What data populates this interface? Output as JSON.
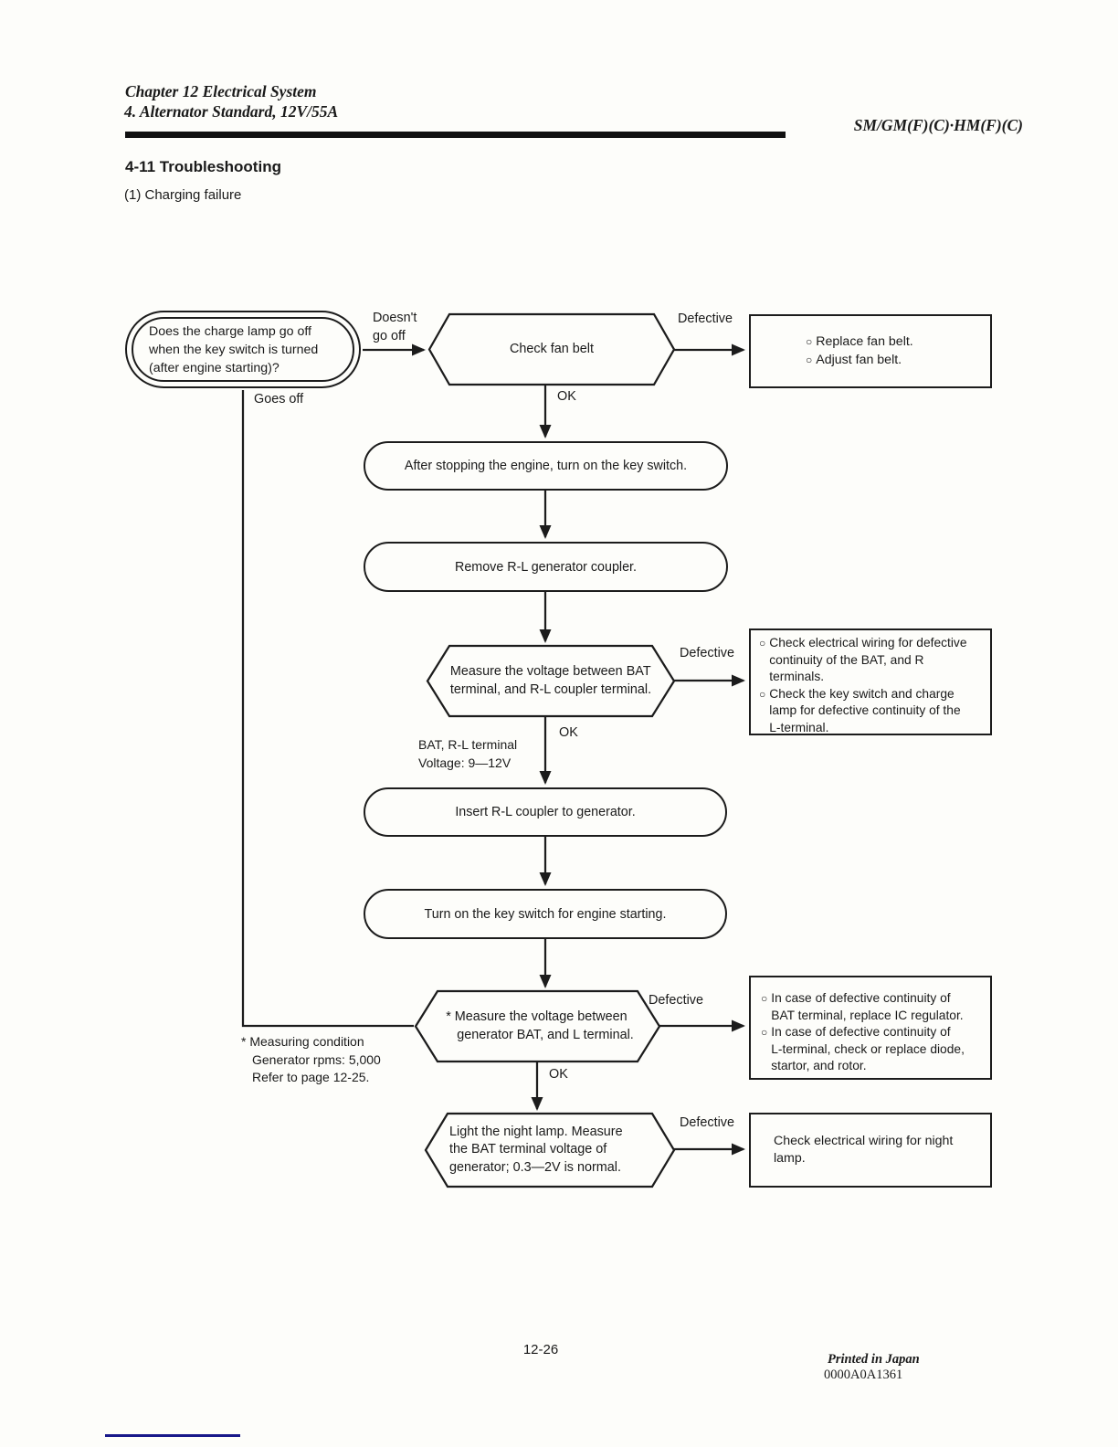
{
  "header": {
    "chapter_line1": "Chapter 12 Electrical System",
    "chapter_line2": "4. Alternator Standard, 12V/55A",
    "model_code": "SM/GM(F)(C)·HM(F)(C)",
    "section_title": "4-11 Troubleshooting",
    "subsection_title": "(1) Charging failure"
  },
  "flowchart": {
    "bullet_char": "○",
    "labels": {
      "doesnt_go_off": "Doesn't\ngo off",
      "goes_off": "Goes off",
      "ok": "OK",
      "defective": "Defective"
    },
    "nodes": {
      "start": "Does the charge lamp go off\nwhen the key switch is turned\n(after engine starting)?",
      "check_fan_belt": "Check fan belt",
      "stop_engine": "After stopping the engine, turn on the key switch.",
      "remove_coupler": "Remove R-L generator coupler.",
      "measure_bat_rl": "Measure the voltage between BAT\nterminal, and R-L coupler terminal.",
      "insert_coupler": "Insert R-L coupler to generator.",
      "key_switch_start": "Turn on the key switch for engine starting.",
      "measure_bat_l": "* Measure the voltage between\ngenerator BAT, and L terminal.",
      "night_lamp": "Light the night lamp. Measure\nthe BAT terminal voltage of\ngenerator; 0.3—2V is normal."
    },
    "notes": {
      "bat_terminal": "BAT, R-L terminal\nVoltage: 9—12V",
      "measuring": "* Measuring condition\nGenerator rpms: 5,000\nRefer to page 12-25."
    },
    "results": {
      "fan_belt": {
        "items": [
          "Replace fan belt.",
          "Adjust fan belt."
        ]
      },
      "wiring": {
        "items": [
          "Check electrical wiring for defective\ncontinuity of the BAT, and R\nterminals.",
          "Check the key switch and charge\nlamp for defective continuity of the\nL-terminal."
        ]
      },
      "continuity": {
        "items": [
          "In case of defective continuity of\nBAT terminal, replace IC regulator.",
          "In case of defective continuity of\nL-terminal, check or replace diode,\nstartor, and rotor."
        ]
      },
      "night_lamp": {
        "text": "Check electrical wiring for night\nlamp."
      }
    }
  },
  "footer": {
    "page_number": "12-26",
    "printed_in": "Printed in Japan",
    "doc_code": "0000A0A1361"
  }
}
